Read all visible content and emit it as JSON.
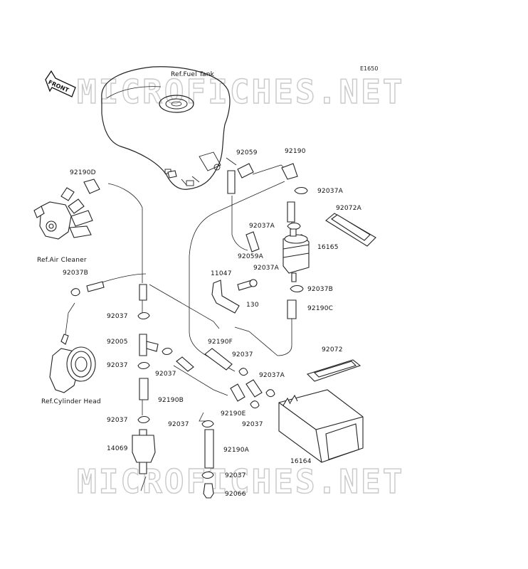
{
  "diagram": {
    "code": "E1650",
    "front_label": "FRONT",
    "watermark_top": "MICROFICHES.NET",
    "watermark_bottom": "MICROFICHES.NET",
    "ref_labels": {
      "fuel_tank": "Ref.Fuel Tank",
      "air_cleaner": "Ref.Air Cleaner",
      "cylinder_head": "Ref.Cylinder Head"
    },
    "parts": {
      "p92059": "92059",
      "p92190": "92190",
      "p92190D": "92190D",
      "p92037A_1": "92037A",
      "p92072A": "92072A",
      "p92037A_2": "92037A",
      "p16165": "16165",
      "p92059A": "92059A",
      "p92037A_3": "92037A",
      "p92037B_1": "92037B",
      "p11047": "11047",
      "p92037B_2": "92037B",
      "p130": "130",
      "p92190C": "92190C",
      "p92037_1": "92037",
      "p92005": "92005",
      "p92190F": "92190F",
      "p92072": "92072",
      "p92037_2": "92037",
      "p92037_3": "92037",
      "p92037_4": "92037",
      "p92037A_4": "92037A",
      "p92190B": "92190B",
      "p92190E": "92190E",
      "p92037_5": "92037",
      "p92037_6": "92037",
      "p92037_7": "92037",
      "p14069": "14069",
      "p92190A": "92190A",
      "p16164": "16164",
      "p92037_8": "92037",
      "p92066": "92066"
    }
  }
}
